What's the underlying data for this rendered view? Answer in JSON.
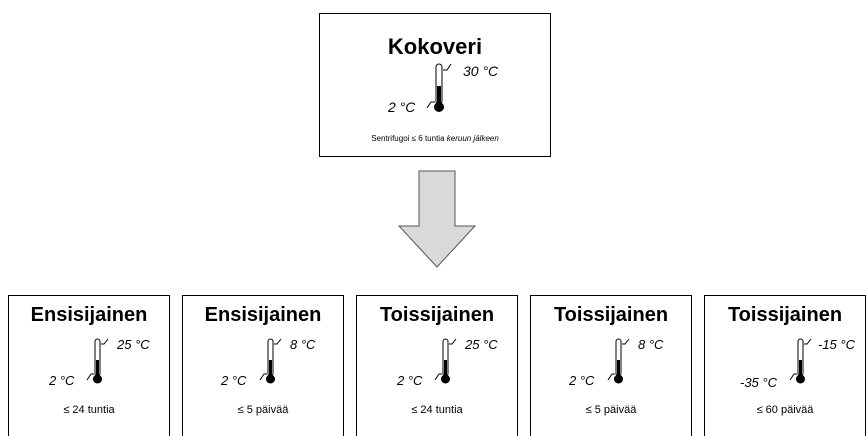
{
  "top": {
    "title": "Kokoveri",
    "max_temp": "30 °C",
    "min_temp": "2 °C",
    "note_plain": "Sentrifugoi ≤ 6 tuntia",
    "note_italic": "keruun jälkeen"
  },
  "arrow": {
    "fill": "#d9d9d9",
    "stroke": "#555555"
  },
  "boxes": [
    {
      "title": "Ensisijainen",
      "max_temp": "25 °C",
      "min_temp": "2 °C",
      "duration": "≤ 24 tuntia"
    },
    {
      "title": "Ensisijainen",
      "max_temp": "8 °C",
      "min_temp": "2 °C",
      "duration": "≤ 5 päivää"
    },
    {
      "title": "Toissijainen",
      "max_temp": "25 °C",
      "min_temp": "2 °C",
      "duration": "≤ 24 tuntia"
    },
    {
      "title": "Toissijainen",
      "max_temp": "8 °C",
      "min_temp": "2 °C",
      "duration": "≤ 5 päivää"
    },
    {
      "title": "Toissijainen",
      "max_temp": "-15 °C",
      "min_temp": "-35 °C",
      "duration": "≤ 60 päivää"
    }
  ]
}
